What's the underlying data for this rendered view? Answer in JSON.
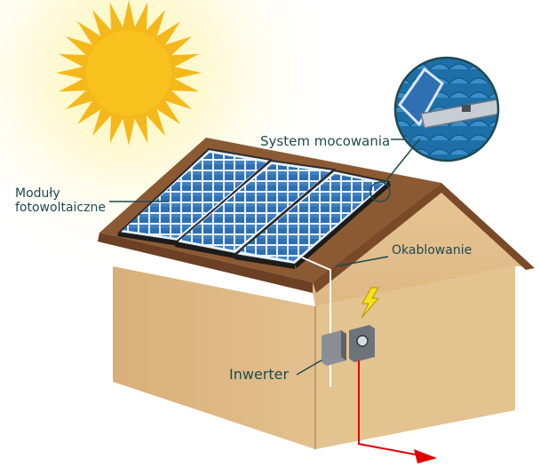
{
  "labels": {
    "mounting_system": "System mocowania",
    "pv_modules_line1": "Moduły",
    "pv_modules_line2": "fotowoltaiczne",
    "cabling": "Okablowanie",
    "inverter": "Inwerter"
  },
  "colors": {
    "wall": "#dcb784",
    "roof": "#8c5a32",
    "panel": "#2f6fb3",
    "sun": "#f7c21e",
    "label_text": "#1f4a4f",
    "current_arrow": "#e00000"
  },
  "icons": {
    "sun": "sun-icon",
    "lightning": "lightning-bolt-icon",
    "arrow": "ground-arrow-icon"
  }
}
